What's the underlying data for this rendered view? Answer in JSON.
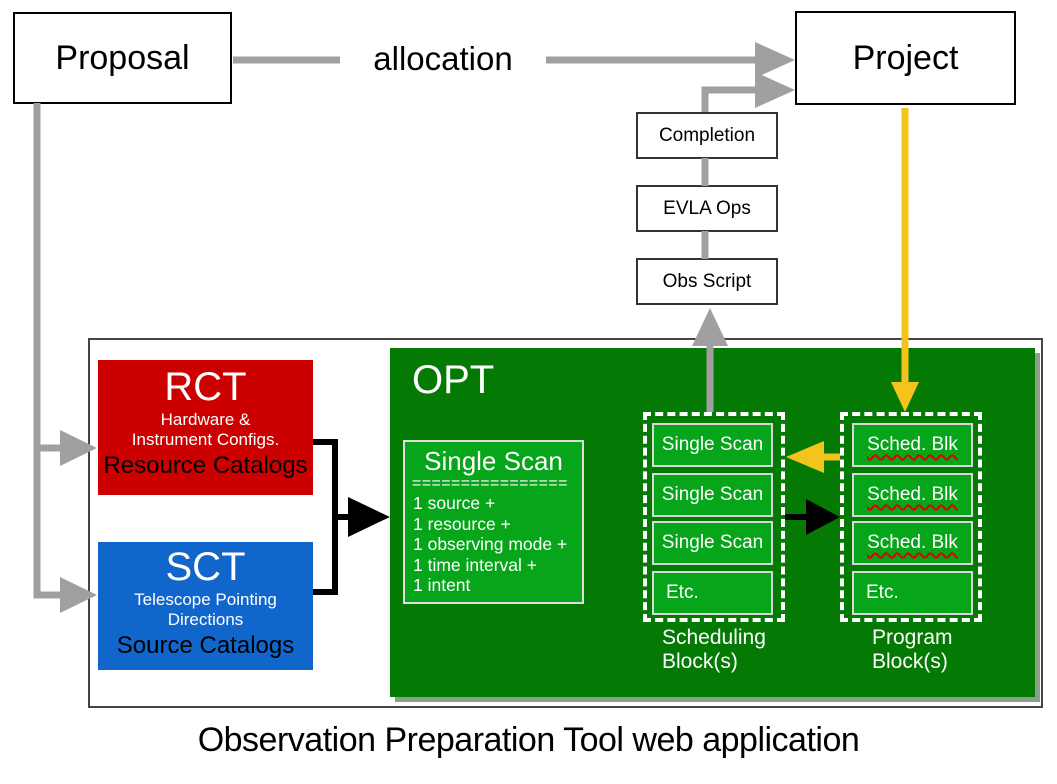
{
  "caption": "Observation Preparation Tool web application",
  "top": {
    "proposal": "Proposal",
    "project": "Project",
    "allocation": "allocation"
  },
  "pipeline": {
    "completion": "Completion",
    "evla_ops": "EVLA Ops",
    "obs_script": "Obs Script"
  },
  "rct": {
    "title": "RCT",
    "subtitle_line1": "Hardware &",
    "subtitle_line2": "Instrument Configs.",
    "footer": "Resource Catalogs"
  },
  "sct": {
    "title": "SCT",
    "subtitle_line1": "Telescope Pointing",
    "subtitle_line2": "Directions",
    "footer": "Source Catalogs"
  },
  "opt": {
    "title": "OPT",
    "single_scan": {
      "title": "Single Scan",
      "divider": "================",
      "items": [
        "1 source +",
        "1 resource +",
        "1 observing mode +",
        "1 time interval +",
        "1 intent"
      ]
    },
    "scheduling_block": {
      "items": [
        "Single Scan",
        "Single Scan",
        "Single Scan",
        "Etc."
      ],
      "label_line1": "Scheduling",
      "label_line2": "Block(s)"
    },
    "program_block": {
      "items": [
        "Sched. Blk",
        "Sched. Blk",
        "Sched. Blk",
        "Etc."
      ],
      "label_line1": "Program",
      "label_line2": "Block(s)"
    }
  },
  "colors": {
    "rct_red": "#CC0000",
    "sct_blue": "#1166CC",
    "opt_green_dark": "#047A04",
    "opt_green_bright": "#06A51A",
    "arrow_yellow": "#F5C41C",
    "arrow_gray": "#A0A0A0",
    "arrow_black": "#000000"
  }
}
